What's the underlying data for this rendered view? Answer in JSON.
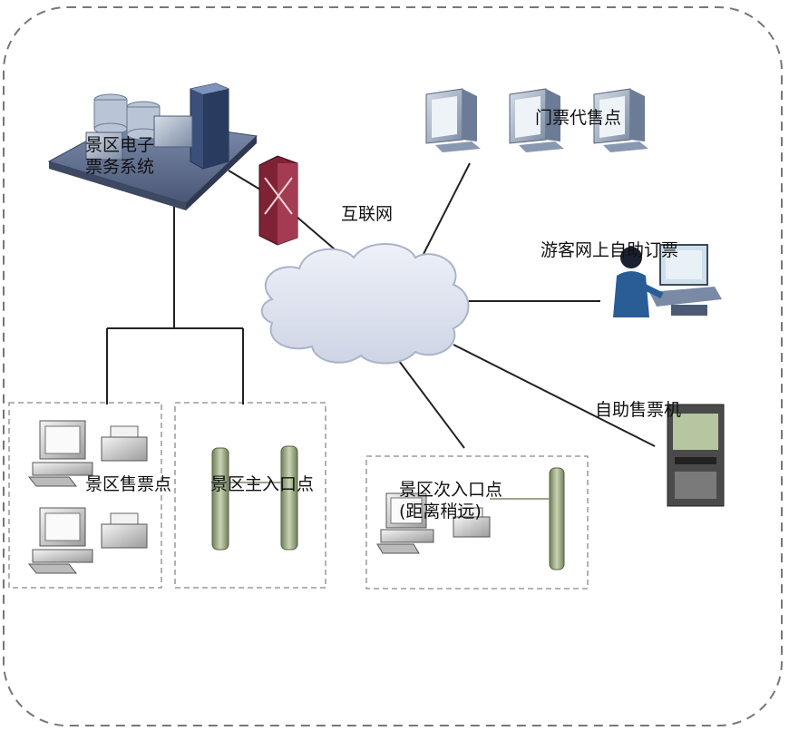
{
  "labels": {
    "ticket_system": "景区电子\n票务系统",
    "internet": "互联网",
    "agency_points": "门票代售点",
    "online_booking": "游客网上自助订票",
    "kiosk": "自助售票机",
    "ticket_office": "景区售票点",
    "main_entrance": "景区主入口点",
    "secondary_entrance": "景区次入口点\n(距离稍远)"
  },
  "colors": {
    "border_dash": "#777777",
    "line": "#222222",
    "cloud_fill": "#dfe4f0",
    "cloud_stroke": "#aab3c8",
    "platform": "#5d6a88",
    "server": "#3a4f7a",
    "monitor": "#8a9bb4",
    "firewall": "#8e2a3c",
    "gate": "#8fa07a",
    "kiosk": "#555555"
  },
  "icons": [
    "server-cluster-icon",
    "firewall-icon",
    "cloud-icon",
    "desktop-pc-icon",
    "user-at-computer-icon",
    "ticket-kiosk-icon",
    "printer-icon",
    "turnstile-gate-icon"
  ]
}
